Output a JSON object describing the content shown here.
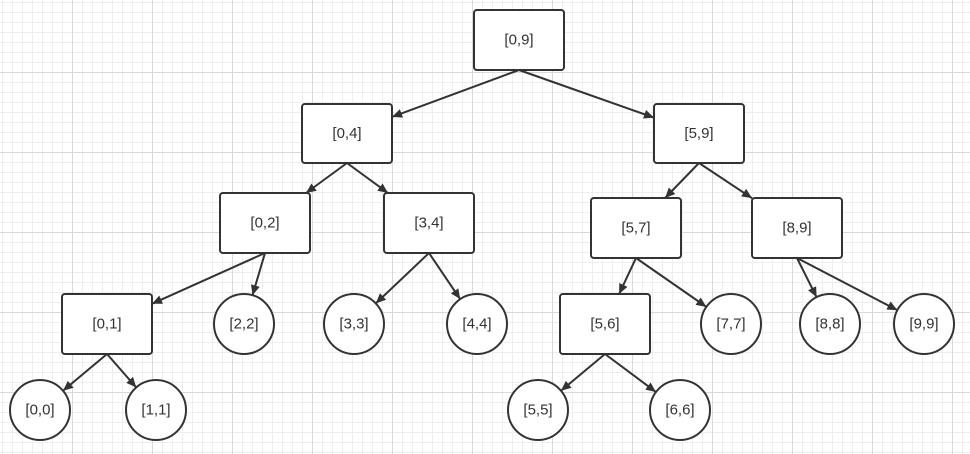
{
  "diagram": {
    "nodes": [
      {
        "id": "n09",
        "label": "[0,9]",
        "shape": "rect"
      },
      {
        "id": "n04",
        "label": "[0,4]",
        "shape": "rect"
      },
      {
        "id": "n59",
        "label": "[5,9]",
        "shape": "rect"
      },
      {
        "id": "n02",
        "label": "[0,2]",
        "shape": "rect"
      },
      {
        "id": "n34",
        "label": "[3,4]",
        "shape": "rect"
      },
      {
        "id": "n57",
        "label": "[5,7]",
        "shape": "rect"
      },
      {
        "id": "n89",
        "label": "[8,9]",
        "shape": "rect"
      },
      {
        "id": "n01",
        "label": "[0,1]",
        "shape": "rect"
      },
      {
        "id": "n22",
        "label": "[2,2]",
        "shape": "circle"
      },
      {
        "id": "n33",
        "label": "[3,3]",
        "shape": "circle"
      },
      {
        "id": "n44",
        "label": "[4,4]",
        "shape": "circle"
      },
      {
        "id": "n56",
        "label": "[5,6]",
        "shape": "rect"
      },
      {
        "id": "n77",
        "label": "[7,7]",
        "shape": "circle"
      },
      {
        "id": "n88",
        "label": "[8,8]",
        "shape": "circle"
      },
      {
        "id": "n99",
        "label": "[9,9]",
        "shape": "circle"
      },
      {
        "id": "n00",
        "label": "[0,0]",
        "shape": "circle"
      },
      {
        "id": "n11",
        "label": "[1,1]",
        "shape": "circle"
      },
      {
        "id": "n55",
        "label": "[5,5]",
        "shape": "circle"
      },
      {
        "id": "n66",
        "label": "[6,6]",
        "shape": "circle"
      }
    ],
    "edges": [
      [
        "n09",
        "n04"
      ],
      [
        "n09",
        "n59"
      ],
      [
        "n04",
        "n02"
      ],
      [
        "n04",
        "n34"
      ],
      [
        "n59",
        "n57"
      ],
      [
        "n59",
        "n89"
      ],
      [
        "n02",
        "n01"
      ],
      [
        "n02",
        "n22"
      ],
      [
        "n34",
        "n33"
      ],
      [
        "n34",
        "n44"
      ],
      [
        "n57",
        "n56"
      ],
      [
        "n57",
        "n77"
      ],
      [
        "n89",
        "n88"
      ],
      [
        "n89",
        "n99"
      ],
      [
        "n01",
        "n00"
      ],
      [
        "n01",
        "n11"
      ],
      [
        "n56",
        "n55"
      ],
      [
        "n56",
        "n66"
      ]
    ],
    "colors": {
      "stroke": "#333333",
      "fill": "#ffffff",
      "text": "#333333"
    }
  }
}
